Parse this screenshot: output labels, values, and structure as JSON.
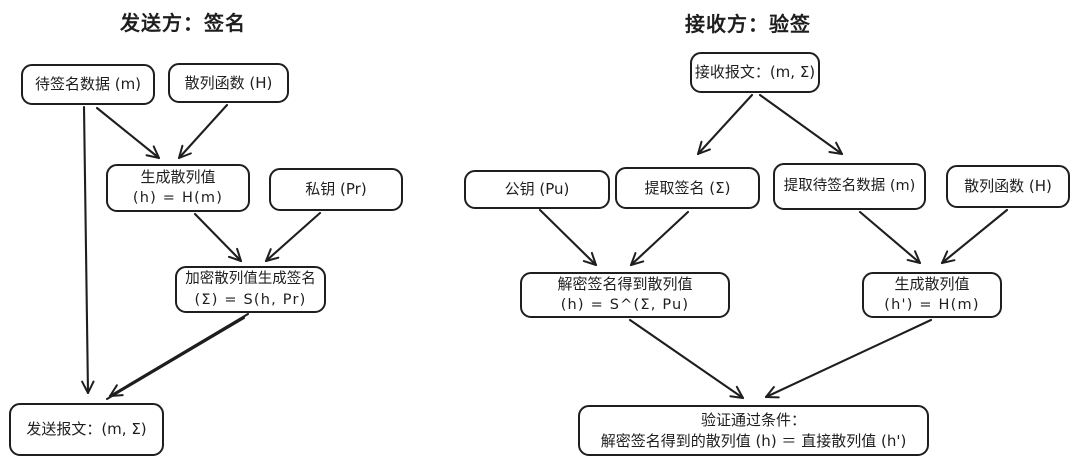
{
  "diagram": {
    "stroke_color": "#1e1e1e",
    "background_color": "#ffffff"
  },
  "sender": {
    "title": "发送方：签名",
    "nodes": {
      "data_to_sign": {
        "label": "待签名数据 (m)"
      },
      "hash_fn": {
        "label": "散列函数 (H)"
      },
      "gen_hash": {
        "label": "生成散列值",
        "formula": "(h) = H(m)"
      },
      "private_key": {
        "label": "私钥 (Pr)"
      },
      "encrypt_sign": {
        "label": "加密散列值生成签名",
        "formula": "(Σ) = S(h, Pr)"
      },
      "send_msg": {
        "label": "发送报文：(m, Σ)"
      }
    },
    "edges": [
      {
        "from": "data_to_sign",
        "to": "send_msg"
      },
      {
        "from": "data_to_sign",
        "to": "gen_hash"
      },
      {
        "from": "hash_fn",
        "to": "gen_hash"
      },
      {
        "from": "gen_hash",
        "to": "encrypt_sign"
      },
      {
        "from": "private_key",
        "to": "encrypt_sign"
      },
      {
        "from": "encrypt_sign",
        "to": "send_msg"
      }
    ]
  },
  "receiver": {
    "title": "接收方：验签",
    "nodes": {
      "recv_msg": {
        "label": "接收报文：(m, Σ)"
      },
      "public_key": {
        "label": "公钥 (Pu)"
      },
      "extract_sig": {
        "label": "提取签名 (Σ)"
      },
      "extract_data": {
        "label": "提取待签名数据 (m)"
      },
      "hash_fn": {
        "label": "散列函数 (H)"
      },
      "decrypt_hash": {
        "label": "解密签名得到散列值",
        "formula": "(h) = S^(Σ, Pu)"
      },
      "gen_hash": {
        "label": "生成散列值",
        "formula": "(h') = H(m)"
      },
      "verify": {
        "label": "验证通过条件：",
        "formula": "解密签名得到的散列值 (h)  ＝ 直接散列值 (h')"
      }
    },
    "edges": [
      {
        "from": "recv_msg",
        "to": "extract_sig"
      },
      {
        "from": "recv_msg",
        "to": "extract_data"
      },
      {
        "from": "public_key",
        "to": "decrypt_hash"
      },
      {
        "from": "extract_sig",
        "to": "decrypt_hash"
      },
      {
        "from": "extract_data",
        "to": "gen_hash"
      },
      {
        "from": "hash_fn",
        "to": "gen_hash"
      },
      {
        "from": "decrypt_hash",
        "to": "verify"
      },
      {
        "from": "gen_hash",
        "to": "verify"
      }
    ]
  }
}
